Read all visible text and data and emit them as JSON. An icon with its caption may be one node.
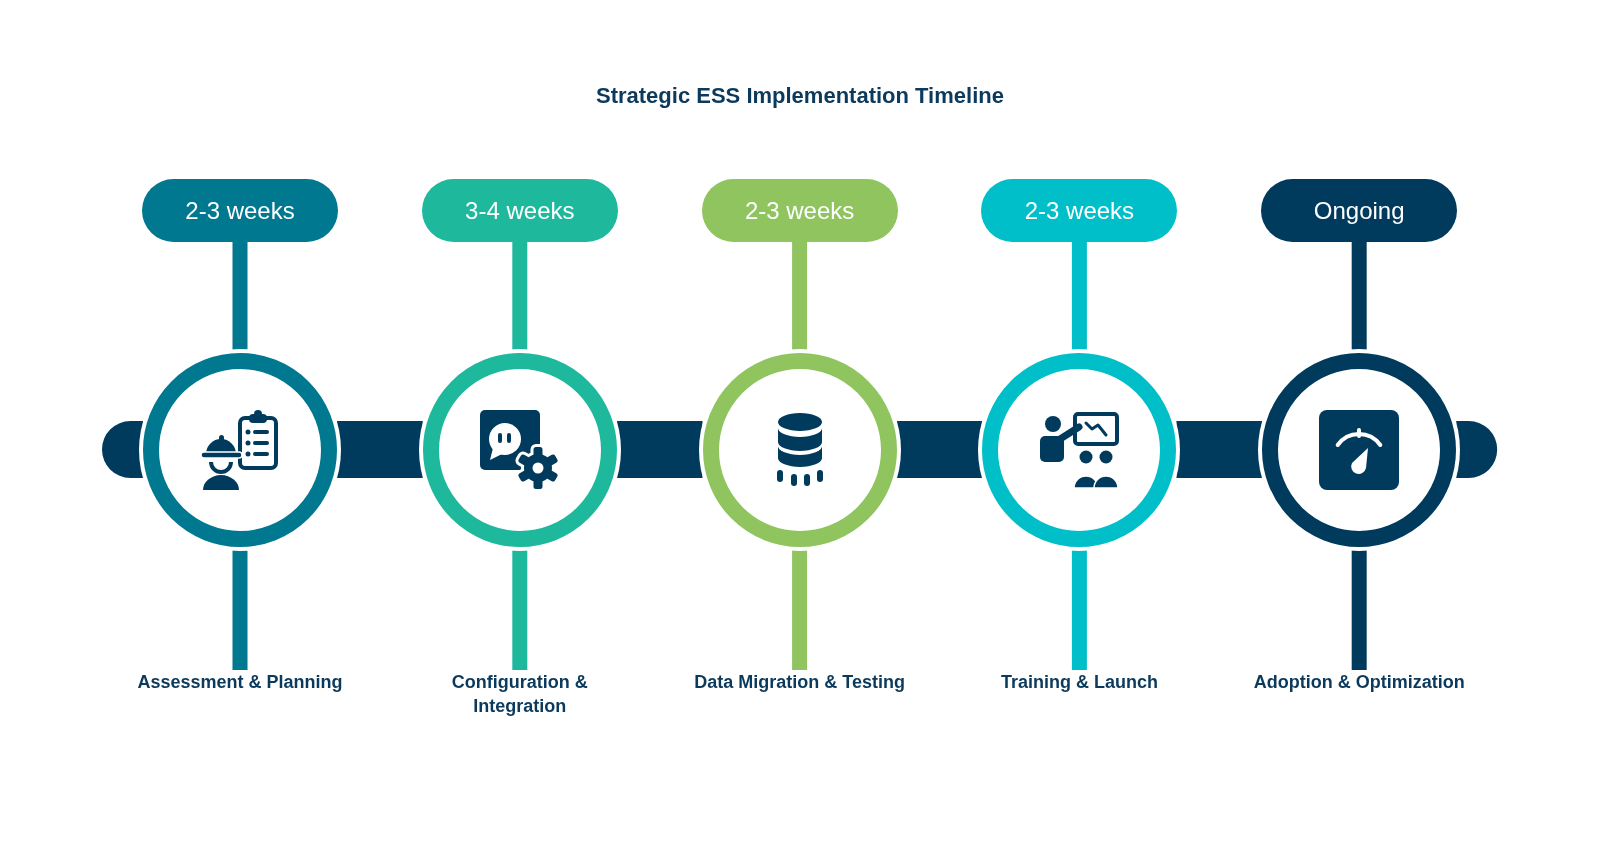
{
  "diagram": {
    "title": "Strategic ESS Implementation Timeline",
    "nodes": [
      {
        "text": [
          "2-3 weeks"
        ]
      },
      {
        "text": [
          "3-4 weeks"
        ]
      },
      {
        "text": [
          "2-3 weeks"
        ]
      },
      {
        "text": [
          "2-3 weeks"
        ]
      },
      {
        "text": [
          "Ongoing"
        ]
      },
      {
        "text": [],
        "shape": "circle"
      },
      {
        "text": [],
        "shape": "circle"
      },
      {
        "text": [],
        "shape": "circle"
      },
      {
        "text": [],
        "shape": "circle"
      },
      {
        "text": [],
        "shape": "circle"
      },
      {
        "text": [
          "Assessment & Planning"
        ]
      },
      {
        "text": [
          "Configuration & Integration"
        ]
      },
      {
        "text": [
          "Data Migration & Testing"
        ]
      },
      {
        "text": [
          "Training & Launch"
        ]
      },
      {
        "text": [
          "Adoption & Optimization"
        ]
      }
    ],
    "edges": [
      {
        "from": 0,
        "to": 5,
        "arrow": "none",
        "color": "#00788f"
      },
      {
        "from": 5,
        "to": 10,
        "arrow": "none",
        "color": "#00788f"
      },
      {
        "from": 1,
        "to": 6,
        "arrow": "none",
        "color": "#1eb89d"
      },
      {
        "from": 6,
        "to": 11,
        "arrow": "none",
        "color": "#1eb89d"
      },
      {
        "from": 2,
        "to": 7,
        "arrow": "none",
        "color": "#8fc45f"
      },
      {
        "from": 7,
        "to": 12,
        "arrow": "none",
        "color": "#8fc45f"
      },
      {
        "from": 3,
        "to": 8,
        "arrow": "none",
        "color": "#00bfc8"
      },
      {
        "from": 8,
        "to": 13,
        "arrow": "none",
        "color": "#00bfc8"
      },
      {
        "from": 4,
        "to": 9,
        "arrow": "none",
        "color": "#003a5c"
      },
      {
        "from": 9,
        "to": 14,
        "arrow": "none",
        "color": "#003a5c"
      },
      {
        "from": null,
        "to": 5,
        "arrow": "none",
        "style": "thick",
        "color": "#003a5c"
      },
      {
        "from": 5,
        "to": 6,
        "arrow": "none",
        "style": "thick",
        "color": "#003a5c"
      },
      {
        "from": 6,
        "to": 7,
        "arrow": "none",
        "style": "thick",
        "color": "#003a5c"
      },
      {
        "from": 7,
        "to": 8,
        "arrow": "none",
        "style": "thick",
        "color": "#003a5c"
      },
      {
        "from": 8,
        "to": 9,
        "arrow": "none",
        "style": "thick",
        "color": "#003a5c"
      },
      {
        "from": 9,
        "to": null,
        "arrow": "none",
        "style": "thick",
        "color": "#003a5c"
      }
    ]
  }
}
